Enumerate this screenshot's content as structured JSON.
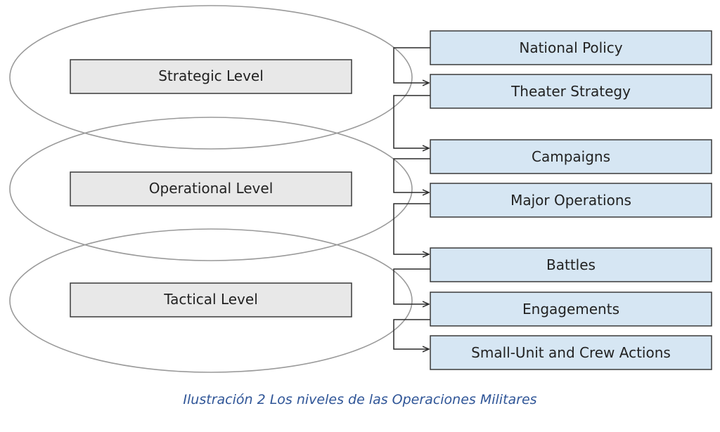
{
  "levels": [
    {
      "label": "Strategic Level",
      "items": [
        0,
        1
      ]
    },
    {
      "label": "Operational Level",
      "items": [
        2,
        3
      ]
    },
    {
      "label": "Tactical Level",
      "items": [
        4,
        5,
        6
      ]
    }
  ],
  "items": [
    "National Policy",
    "Theater Strategy",
    "Campaigns",
    "Major Operations",
    "Battles",
    "Engagements",
    "Small-Unit and Crew Actions"
  ],
  "caption": "Ilustración 2 Los niveles de las Operaciones Militares",
  "colors": {
    "level_box_fill": "#e8e8e8",
    "item_box_fill": "#d6e6f3",
    "caption": "#2f5597"
  }
}
